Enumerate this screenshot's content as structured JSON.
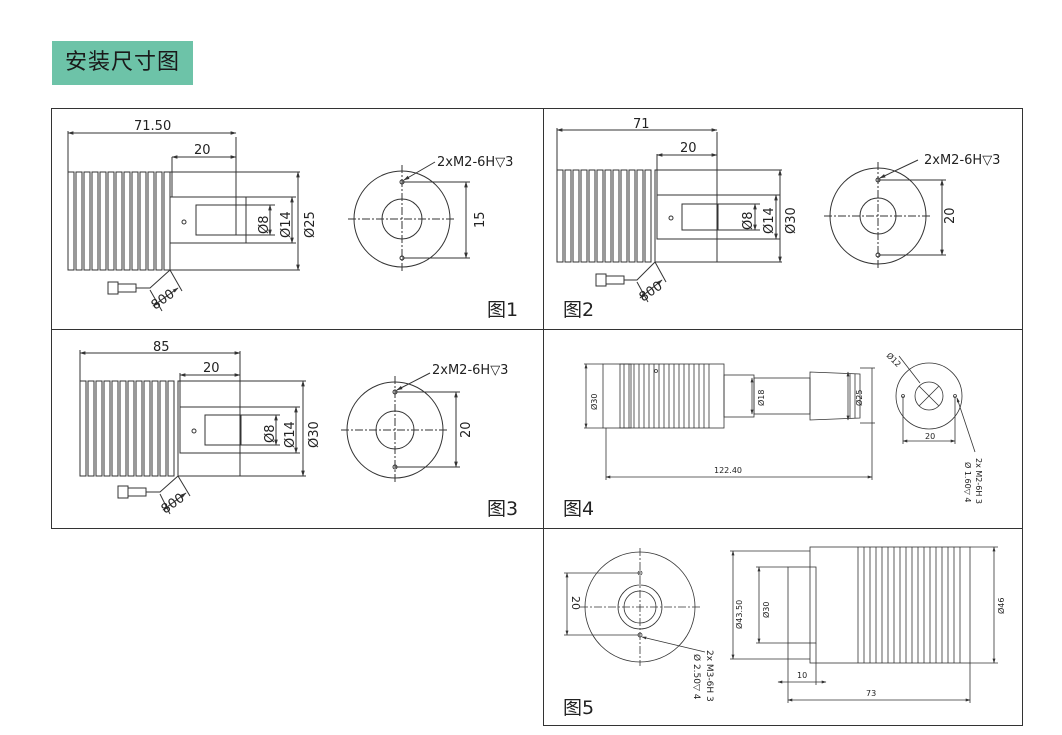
{
  "title": "安装尺寸图",
  "figures": [
    {
      "label": "图1",
      "total": "71.50",
      "front": "20",
      "thread": "2xM2-6H▽3",
      "d1": "Ø8",
      "d2": "Ø14",
      "d3": "Ø25",
      "hole": "15",
      "cable": "800"
    },
    {
      "label": "图2",
      "total": "71",
      "front": "20",
      "thread": "2xM2-6H▽3",
      "d1": "Ø8",
      "d2": "Ø14",
      "d3": "Ø30",
      "hole": "20",
      "cable": "800"
    },
    {
      "label": "图3",
      "total": "85",
      "front": "20",
      "thread": "2xM2-6H▽3",
      "d1": "Ø8",
      "d2": "Ø14",
      "d3": "Ø30",
      "hole": "20",
      "cable": "800"
    },
    {
      "label": "图4",
      "length": "122.40",
      "d_body": "Ø30",
      "d_neck": "Ø18",
      "d_head": "Ø25",
      "d_center": "Ø12",
      "hole": "20",
      "thread_line1": "2x M2-6H 3",
      "thread_line2": "Ø 1.60▽ 4"
    },
    {
      "label": "图5",
      "hole": "20",
      "d_inner": "Ø30",
      "d_mid": "Ø43.50",
      "d_outer": "Ø46",
      "short": "10",
      "length": "73",
      "thread_line1": "2x M3-6H 3",
      "thread_line2": "Ø 2.50▽ 4"
    }
  ]
}
